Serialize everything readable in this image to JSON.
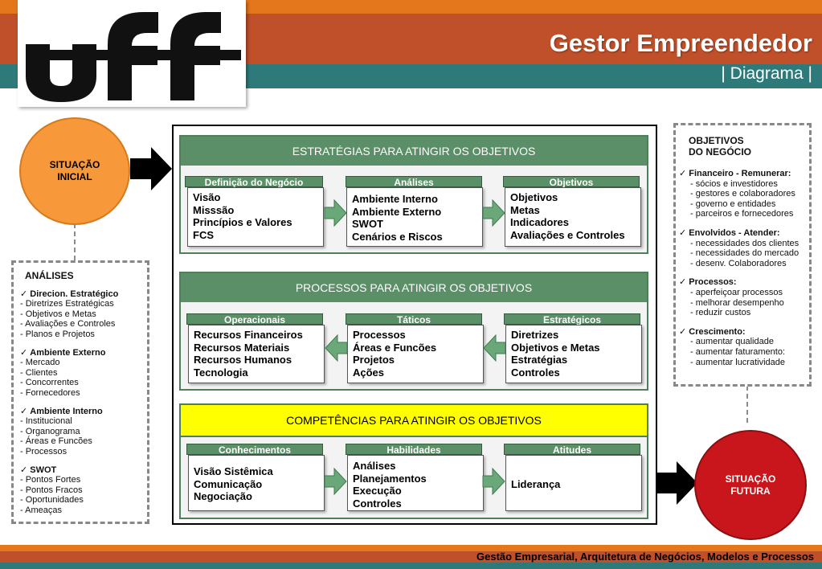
{
  "header": {
    "title": "Gestor Empreendedor",
    "subtitle": "| Diagrama |",
    "logo_text": "uff"
  },
  "colors": {
    "orange_stripe": "#e4761c",
    "red_stripe": "#c0502a",
    "teal_stripe": "#2e7a7a",
    "green_section": "#5b8f67",
    "yellow_section": "#ffff00",
    "circle_orange": "#f7993a",
    "circle_red": "#c8161c"
  },
  "situacao_inicial": {
    "line1": "SITUAÇÃO",
    "line2": "INICIAL"
  },
  "situacao_futura": {
    "line1": "SITUAÇÃO",
    "line2": "FUTURA"
  },
  "analises_panel": {
    "title": "ANÁLISES",
    "groups": [
      {
        "head": "Direcion. Estratégico",
        "items": [
          "- Diretrizes Estratégicas",
          "- Objetivos e Metas",
          "- Avaliações e Controles",
          "- Planos e Projetos"
        ]
      },
      {
        "head": "Ambiente Externo",
        "items": [
          "- Mercado",
          "- Clientes",
          "- Concorrentes",
          "- Fornecedores"
        ]
      },
      {
        "head": "Ambiente Interno",
        "items": [
          "- Institucional",
          "- Organograma",
          "- Áreas e Funcões",
          "- Processos"
        ]
      },
      {
        "head": " SWOT",
        "items": [
          "- Pontos Fortes",
          "- Pontos Fracos",
          "- Oportunidades",
          "- Ameaças"
        ]
      }
    ]
  },
  "objetivos_panel": {
    "title_line1": "OBJETIVOS",
    "title_line2": "DO NEGÓCIO",
    "groups": [
      {
        "head": "Financeiro - Remunerar:",
        "items": [
          "- sócios e investidores",
          "- gestores e colaboradores",
          "- governo e entidades",
          "- parceiros e fornecedores"
        ]
      },
      {
        "head": "Envolvidos - Atender:",
        "items": [
          "- necessidades dos clientes",
          "- necessidades do mercado",
          "- desenv. Colaboradores"
        ]
      },
      {
        "head": "Processos:",
        "items": [
          "- aperfeiçoar processos",
          "- melhorar desempenho",
          "- reduzir custos"
        ]
      },
      {
        "head": "Crescimento:",
        "items": [
          "- aumentar qualidade",
          "- aumentar faturamento:",
          "- aumentar lucratividade"
        ]
      }
    ]
  },
  "sections": {
    "estrategias": {
      "title": "ESTRATÉGIAS PARA ATINGIR OS OBJETIVOS",
      "boxes": [
        {
          "label": "Definição do Negócio",
          "lines": [
            "Visão",
            "Misssão",
            "Princípios e Valores",
            "FCS"
          ]
        },
        {
          "label": "Análises",
          "lines": [
            "Ambiente Interno",
            "Ambiente Externo",
            "SWOT",
            "Cenários e Riscos"
          ]
        },
        {
          "label": "Objetivos",
          "lines": [
            "Objetivos",
            "Metas",
            "Indicadores",
            "Avaliações e Controles"
          ]
        }
      ]
    },
    "processos": {
      "title": "PROCESSOS PARA ATINGIR OS OBJETIVOS",
      "boxes": [
        {
          "label": "Operacionais",
          "lines": [
            "Recursos Financeiros",
            "Recursos Materiais",
            "Recursos Humanos",
            "Tecnologia"
          ]
        },
        {
          "label": "Táticos",
          "lines": [
            "Processos",
            "Áreas e Funcões",
            "Projetos",
            "Ações"
          ]
        },
        {
          "label": "Estratégicos",
          "lines": [
            "Diretrizes",
            "Objetivos e Metas",
            "Estratégias",
            "Controles"
          ]
        }
      ]
    },
    "competencias": {
      "title": "COMPETÊNCIAS PARA ATINGIR OS OBJETIVOS",
      "boxes": [
        {
          "label": "Conhecimentos",
          "lines": [
            "Visão Sistêmica",
            "Comunicação",
            "Negociação"
          ]
        },
        {
          "label": "Habilidades",
          "lines": [
            "Análises",
            "Planejamentos",
            "Execução",
            "Controles"
          ]
        },
        {
          "label": "Atitudes",
          "lines": [
            "Liderança"
          ]
        }
      ]
    }
  },
  "footer": {
    "text": "Gestão Empresarial, Arquitetura de Negócios, Modelos e Processos"
  }
}
